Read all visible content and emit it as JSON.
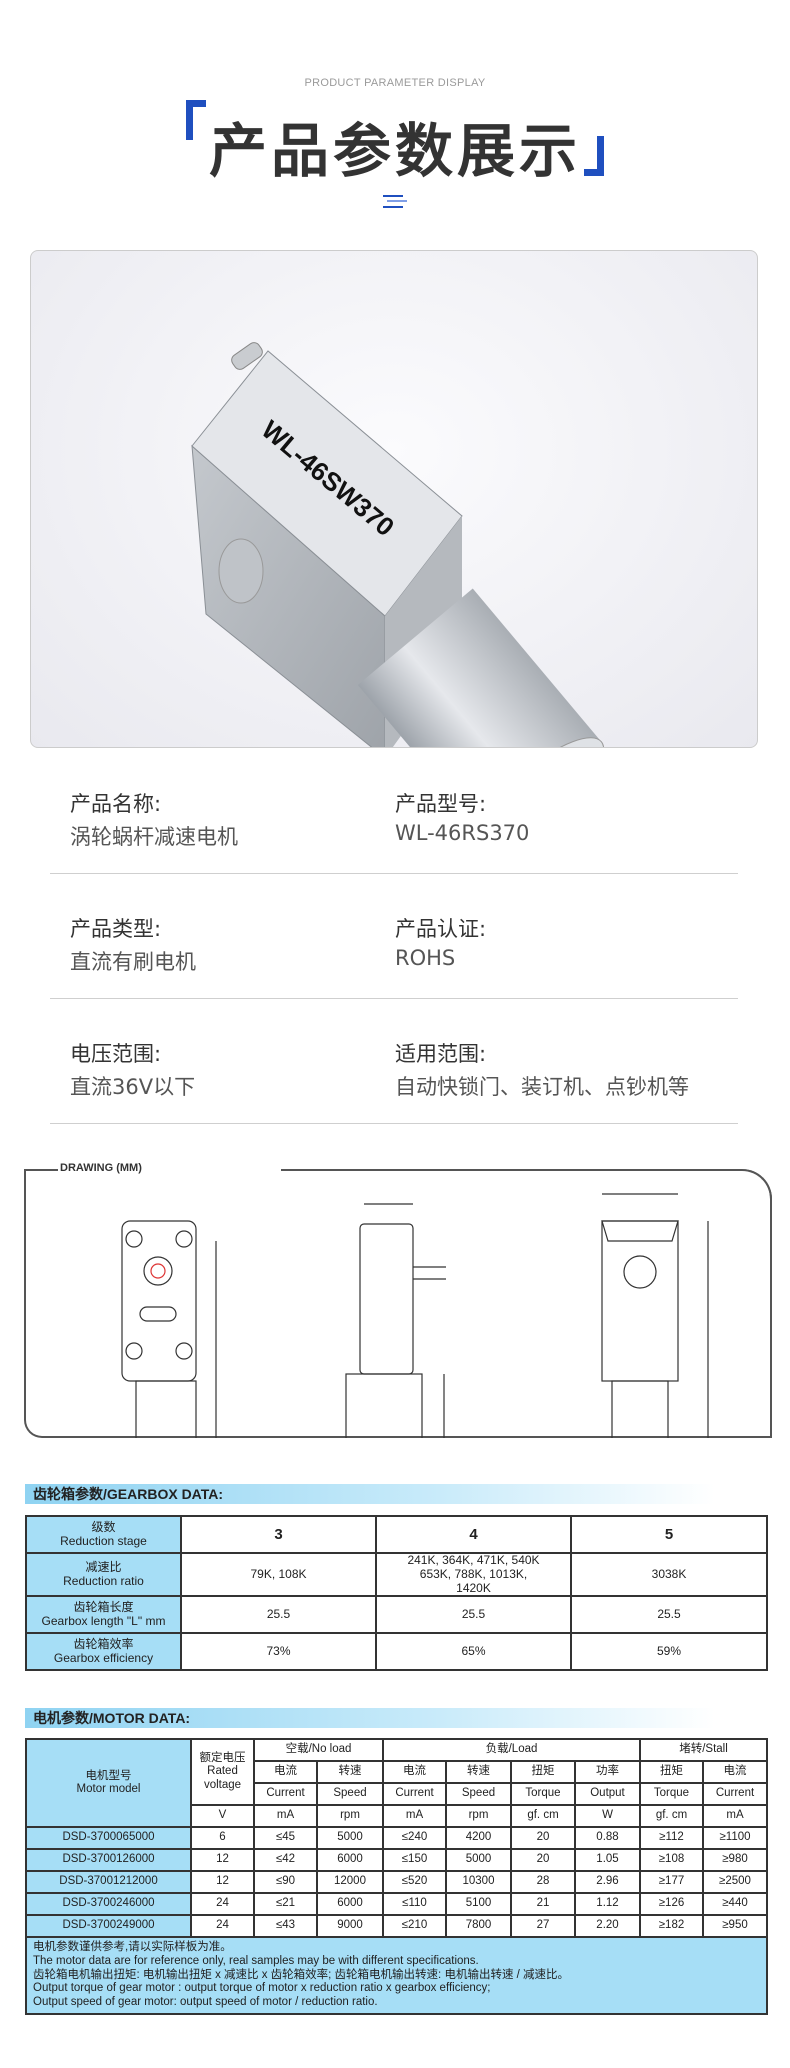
{
  "header": {
    "subtitle": "PRODUCT PARAMETER DISPLAY",
    "title": "产品参数展示"
  },
  "photo": {
    "label": "WL-46SW370"
  },
  "specs": [
    {
      "label": "产品名称:",
      "value": "涡轮蜗杆减速电机"
    },
    {
      "label": "产品型号:",
      "value": "WL-46RS370"
    },
    {
      "label": "产品类型:",
      "value": "直流有刷电机"
    },
    {
      "label": "产品认证:",
      "value": "ROHS"
    },
    {
      "label": "电压范围:",
      "value": "直流36V以下"
    },
    {
      "label": "适用范围:",
      "value": "自动快锁门、装订机、点钞机等"
    }
  ],
  "drawing": {
    "title": "DRAWING (MM)"
  },
  "gearbox": {
    "title": "齿轮箱参数/GEARBOX DATA:",
    "rows": [
      {
        "cn": "级数",
        "en": "Reduction stage",
        "v": [
          "3",
          "4",
          "5"
        ]
      },
      {
        "cn": "减速比",
        "en": "Reduction ratio",
        "v": [
          "79K, 108K",
          "241K, 364K, 471K, 540K 653K, 788K, 1013K, 1420K",
          "3038K"
        ]
      },
      {
        "cn": "齿轮箱长度",
        "en": "Gearbox length \"L\" mm",
        "v": [
          "25.5",
          "25.5",
          "25.5"
        ]
      },
      {
        "cn": "齿轮箱效率",
        "en": "Gearbox efficiency",
        "v": [
          "73%",
          "65%",
          "59%"
        ]
      }
    ]
  },
  "motor": {
    "title": "电机参数/MOTOR DATA:",
    "model_cn": "电机型号",
    "model_en": "Motor model",
    "volt_cn": "额定电压",
    "volt_en": "Rated voltage",
    "groups": [
      "空载/No load",
      "负载/Load",
      "堵转/Stall"
    ],
    "sub_cn": [
      "电流",
      "转速",
      "电流",
      "转速",
      "扭矩",
      "功率",
      "扭矩",
      "电流"
    ],
    "sub_en": [
      "Current",
      "Speed",
      "Current",
      "Speed",
      "Torque",
      "Output",
      "Torque",
      "Current"
    ],
    "units": [
      "V",
      "mA",
      "rpm",
      "mA",
      "rpm",
      "gf. cm",
      "W",
      "gf. cm",
      "mA"
    ],
    "rows": [
      [
        "DSD-3700065000",
        "6",
        "≤45",
        "5000",
        "≤240",
        "4200",
        "20",
        "0.88",
        "≥112",
        "≥1100"
      ],
      [
        "DSD-3700126000",
        "12",
        "≤42",
        "6000",
        "≤150",
        "5000",
        "20",
        "1.05",
        "≥108",
        "≥980"
      ],
      [
        "DSD-37001212000",
        "12",
        "≤90",
        "12000",
        "≤520",
        "10300",
        "28",
        "2.96",
        "≥177",
        "≥2500"
      ],
      [
        "DSD-3700246000",
        "24",
        "≤21",
        "6000",
        "≤110",
        "5100",
        "21",
        "1.12",
        "≥126",
        "≥440"
      ],
      [
        "DSD-3700249000",
        "24",
        "≤43",
        "9000",
        "≤210",
        "7800",
        "27",
        "2.20",
        "≥182",
        "≥950"
      ]
    ],
    "notes": [
      "电机参数谨供参考,请以实际样板为准。",
      "The motor data are for reference only, real samples may be with different specifications.",
      "齿轮箱电机输出扭矩: 电机输出扭矩 x 减速比 x 齿轮箱效率; 齿轮箱电机输出转速: 电机输出转速 / 减速比。",
      "Output torque of gear motor : output torque of motor x reduction ratio x gearbox efficiency;",
      "Output speed of gear motor: output speed of motor / reduction ratio."
    ]
  }
}
